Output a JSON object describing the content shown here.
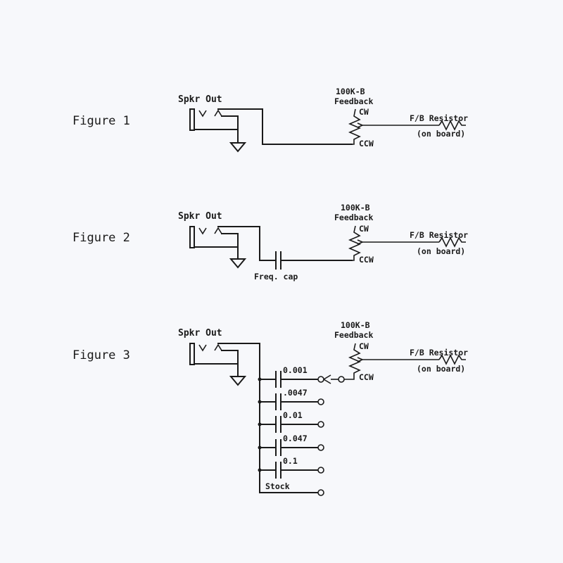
{
  "figures": [
    {
      "label": "Figure 1",
      "jack_label": "Spkr Out",
      "pot_value": "100K-B",
      "pot_name": "Feedback",
      "pot_cw": "CW",
      "pot_ccw": "CCW",
      "resistor_label": "F/B Resistor",
      "resistor_note": "(on board)"
    },
    {
      "label": "Figure 2",
      "jack_label": "Spkr Out",
      "pot_value": "100K-B",
      "pot_name": "Feedback",
      "pot_cw": "CW",
      "pot_ccw": "CCW",
      "resistor_label": "F/B Resistor",
      "resistor_note": "(on board)",
      "cap_label": "Freq. cap"
    },
    {
      "label": "Figure 3",
      "jack_label": "Spkr Out",
      "pot_value": "100K-B",
      "pot_name": "Feedback",
      "pot_cw": "CW",
      "pot_ccw": "CCW",
      "resistor_label": "F/B Resistor",
      "resistor_note": "(on board)",
      "switch_positions": [
        "0.001",
        ".0047",
        "0.01",
        "0.047",
        "0.1",
        "Stock"
      ]
    }
  ]
}
